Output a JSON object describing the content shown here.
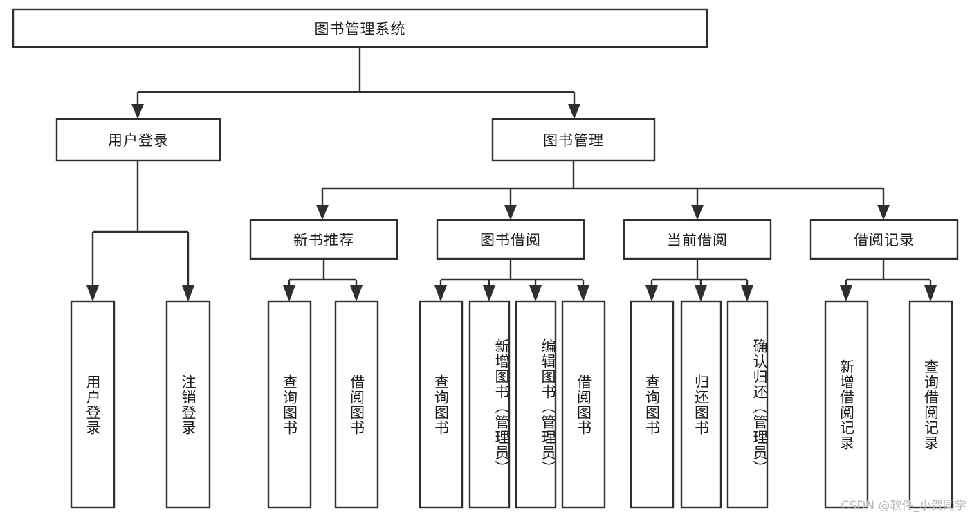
{
  "diagram": {
    "type": "tree-hierarchy",
    "title": "图书管理系统",
    "root": {
      "id": "root",
      "label": "图书管理系统"
    },
    "level2": [
      {
        "id": "user-login",
        "label": "用户登录"
      },
      {
        "id": "book-mgmt",
        "label": "图书管理"
      }
    ],
    "level3": [
      {
        "id": "new-book-rec",
        "label": "新书推荐",
        "parent": "book-mgmt"
      },
      {
        "id": "book-borrow",
        "label": "图书借阅",
        "parent": "book-mgmt"
      },
      {
        "id": "current-borrow",
        "label": "当前借阅",
        "parent": "book-mgmt"
      },
      {
        "id": "borrow-record",
        "label": "借阅记录",
        "parent": "book-mgmt"
      }
    ],
    "leaves": [
      {
        "id": "leaf-user-login",
        "label": "用户登录",
        "parent": "user-login"
      },
      {
        "id": "leaf-logout",
        "label": "注销登录",
        "parent": "user-login"
      },
      {
        "id": "leaf-query-book-1",
        "label": "查询图书",
        "parent": "new-book-rec"
      },
      {
        "id": "leaf-borrow-book-1",
        "label": "借阅图书",
        "parent": "new-book-rec"
      },
      {
        "id": "leaf-query-book-2",
        "label": "查询图书",
        "parent": "book-borrow"
      },
      {
        "id": "leaf-add-book",
        "label": "新增图书（管理员）",
        "parent": "book-borrow"
      },
      {
        "id": "leaf-edit-book",
        "label": "编辑图书（管理员）",
        "parent": "book-borrow"
      },
      {
        "id": "leaf-borrow-book-2",
        "label": "借阅图书",
        "parent": "book-borrow"
      },
      {
        "id": "leaf-query-book-3",
        "label": "查询图书",
        "parent": "current-borrow"
      },
      {
        "id": "leaf-return-book",
        "label": "归还图书",
        "parent": "current-borrow"
      },
      {
        "id": "leaf-confirm-return",
        "label": "确认归还（管理员）",
        "parent": "current-borrow"
      },
      {
        "id": "leaf-add-record",
        "label": "新增借阅记录",
        "parent": "borrow-record"
      },
      {
        "id": "leaf-query-record",
        "label": "查询借阅记录",
        "parent": "borrow-record"
      }
    ]
  },
  "watermark": {
    "text": "CSDN @软件_小贺同学"
  },
  "colors": {
    "stroke": "#2f2f2f",
    "fill": "#ffffff",
    "text": "#1b1b1b",
    "watermark": "#b9b9b9"
  }
}
